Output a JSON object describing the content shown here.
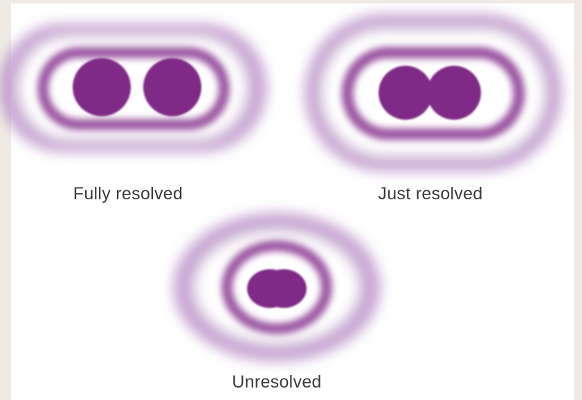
{
  "panels": [
    {
      "key": "fully",
      "caption": "Fully resolved"
    },
    {
      "key": "just",
      "caption": "Just resolved"
    },
    {
      "key": "unresolved",
      "caption": "Unresolved"
    }
  ],
  "colors": {
    "page_background": "#efebe4",
    "panel_background": "#ffffff",
    "airy_disk_core": "#7e2a86",
    "diffraction_ring": "#7e2a86",
    "caption_text": "#3a3a3a"
  }
}
